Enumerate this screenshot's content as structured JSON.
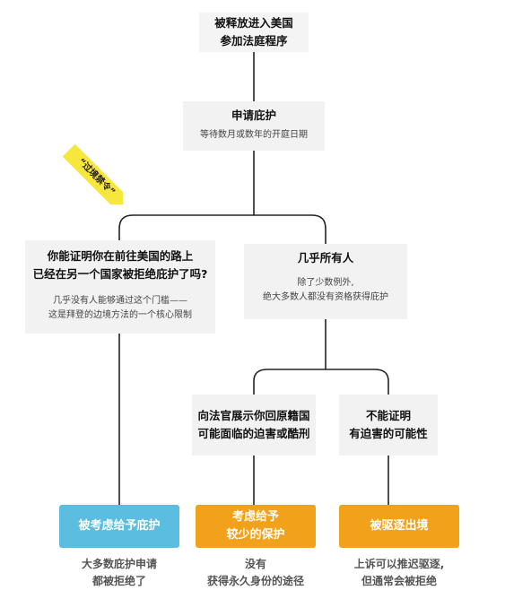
{
  "colors": {
    "blue": "#5bbde0",
    "orange": "#f2a21a",
    "tag_yellow": "#f7e63c",
    "block_bg": "#f2f2f2",
    "line": "#222222"
  },
  "nodes": {
    "start": {
      "line1": "被释放进入美国",
      "line2": "参加法庭程序"
    },
    "asylum": {
      "title": "申请庇护",
      "sub": "等待数月或数年的开庭日期"
    },
    "tag": {
      "label": "“过境禁令”"
    },
    "question": {
      "line1": "你能证明你在前往美国的路上",
      "line2": "已经在另一个国家被拒绝庇护了吗?",
      "sub1": "几乎没有人能够通过这个门槛——",
      "sub2": "这是拜登的边境方法的一个核心限制"
    },
    "almost_all": {
      "title": "几乎所有人",
      "sub1": "除了少数例外,",
      "sub2": "绝大多数人都没有资格获得庇护"
    },
    "show_judge": {
      "line1": "向法官展示你回原籍国",
      "line2": "可能面临的迫害或酷刑"
    },
    "cannot_prove": {
      "line1": "不能证明",
      "line2": "有迫害的可能性"
    }
  },
  "outcomes": {
    "asylum_considered": {
      "label": "被考虑给予庇护",
      "note1": "大多数庇护申请",
      "note2": "都被拒绝了"
    },
    "less_protection": {
      "label1": "考虑给予",
      "label2": "较少的保护",
      "note1": "没有",
      "note2": "获得永久身份的途径"
    },
    "deported": {
      "label": "被驱逐出境",
      "note1": "上诉可以推迟驱逐,",
      "note2": "但通常会被拒绝"
    }
  }
}
